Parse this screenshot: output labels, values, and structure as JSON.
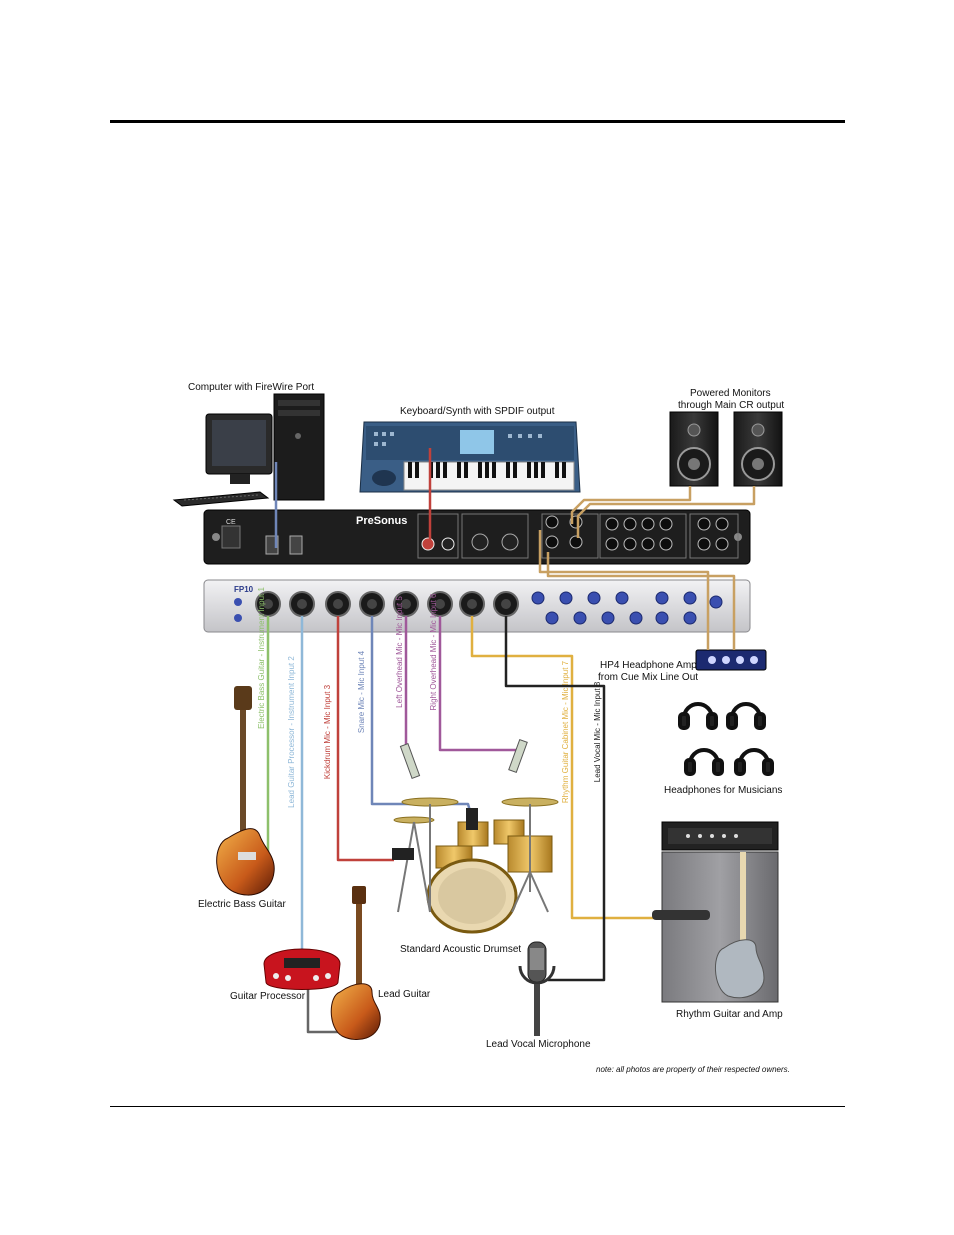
{
  "labels": {
    "computer": "Computer with FireWire Port",
    "keyboard": "Keyboard/Synth with SPDIF output",
    "monitors_line1": "Powered Monitors",
    "monitors_line2": "through Main CR output",
    "hp4_line1": "HP4 Headphone Amp",
    "hp4_line2": "from Cue Mix Line Out",
    "headphones": "Headphones for Musicians",
    "bass": "Electric Bass Guitar",
    "drumset": "Standard Acoustic Drumset",
    "processor": "Guitar Processor",
    "lead_guitar": "Lead Guitar",
    "vocal_mic": "Lead Vocal Microphone",
    "rhythm": "Rhythm Guitar and Amp",
    "note": "note: all photos are property of their respected owners."
  },
  "cables": [
    {
      "text": "Electric Bass Guitar - Instrument Input 1",
      "color": "#8dc06b"
    },
    {
      "text": "Lead Guitar Processor - Instrument Input 2",
      "color": "#8fb8d8"
    },
    {
      "text": "Kickdrum Mic - Mic Input 3",
      "color": "#c0413b"
    },
    {
      "text": "Snare Mic - Mic Input 4",
      "color": "#6f86b8"
    },
    {
      "text": "Left Overhead Mic - Mic Input 5",
      "color": "#a0589a"
    },
    {
      "text": "Right Overhead Mic - Mic Input 6",
      "color": "#a0589a"
    },
    {
      "text": "Rhythm Guitar Cabinet Mic - Mic Input 7",
      "color": "#e0b040"
    },
    {
      "text": "Lead Vocal Mic - Mic Input 8",
      "color": "#222222"
    }
  ],
  "device_text": {
    "brand": "PreSonus",
    "model": "FP10",
    "ce_mark": "CE"
  },
  "colors": {
    "firewire_cable": "#6f86b8",
    "spdif_cable": "#c0413b",
    "monitor_cable": "#c8a062",
    "rack_dark": "#1e1e1e",
    "rack_silver": "#d8d8dc"
  }
}
